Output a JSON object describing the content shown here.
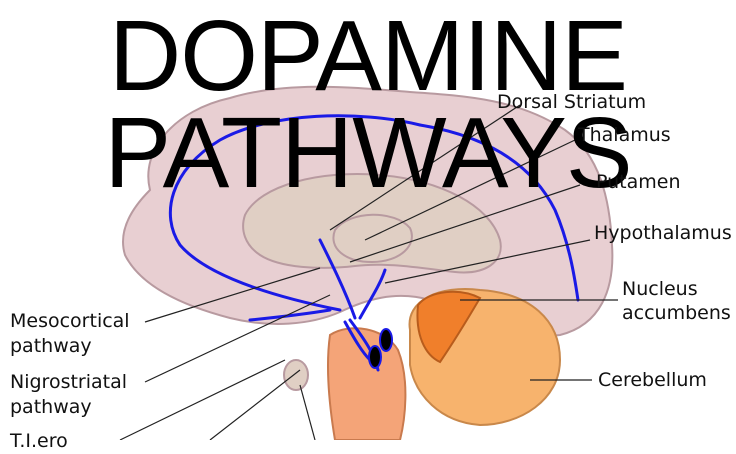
{
  "title": {
    "line1": "DOPAMINE",
    "line2": "PATHWAYS"
  },
  "labels": {
    "dorsal_striatum": "Dorsal Striatum",
    "thalamus": "Thalamus",
    "putamen": "Putamen",
    "hypothalamus": "Hypothalamus",
    "nucleus_accumbens_1": "Nucleus",
    "nucleus_accumbens_2": "accumbens",
    "cerebellum": "Cerebellum",
    "mesocortical_1": "Mesocortical",
    "mesocortical_2": "pathway",
    "nigrostriatal_1": "Nigrostriatal",
    "nigrostriatal_2": "pathway",
    "tuberoinfundibular_partial": "T.I.ero"
  },
  "colors": {
    "cortex": "#e8cfd2",
    "cortex_stroke": "#b89aa0",
    "inner": "#e0cfc4",
    "pathway": "#1a1ae6",
    "brainstem": "#f4a478",
    "cerebellum": "#f7b36d",
    "nucleus_accumbens": "#f07f2b"
  }
}
